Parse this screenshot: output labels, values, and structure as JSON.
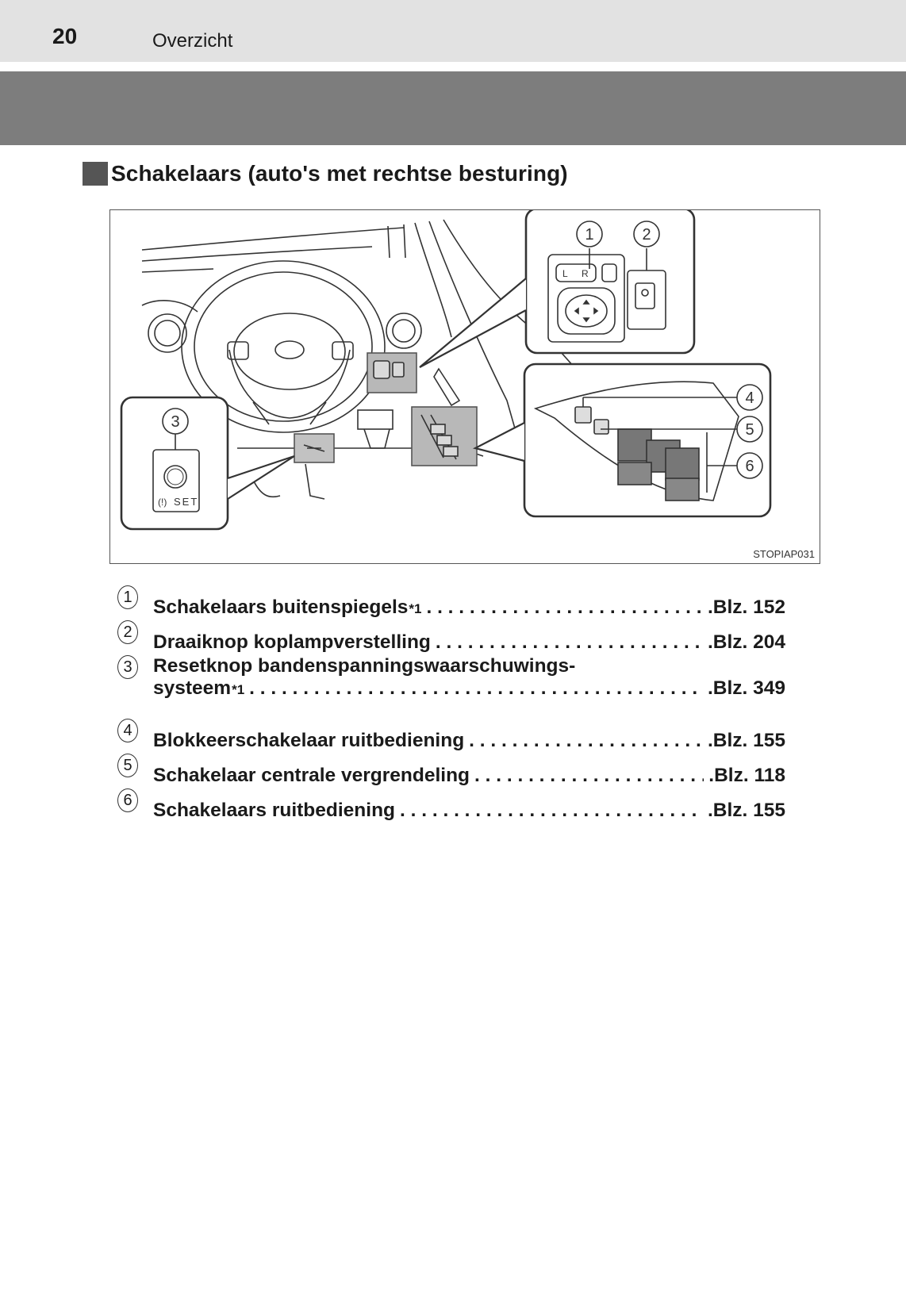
{
  "header": {
    "page_number": "20",
    "section": "Overzicht"
  },
  "heading": "Schakelaars (auto's met rechtse besturing)",
  "figure": {
    "code": "STOPIAP031",
    "callouts": [
      "1",
      "2",
      "3",
      "4",
      "5",
      "6"
    ],
    "labels": {
      "mirror_left": "L",
      "mirror_right": "R",
      "set_label": "SET"
    }
  },
  "items": [
    {
      "num": "1",
      "text": "Schakelaars buitenspiegels",
      "sup": "*1",
      "page": ".Blz. 152"
    },
    {
      "num": "2",
      "text": "Draaiknop koplampverstelling",
      "sup": "",
      "page": ".Blz. 204"
    },
    {
      "num": "3",
      "text": "Resetknop bandenspanningswaarschuwings-",
      "text2": "systeem",
      "sup": "*1",
      "page": ".Blz. 349"
    },
    {
      "num": "4",
      "text": "Blokkeerschakelaar ruitbediening",
      "sup": "",
      "page": ".Blz. 155"
    },
    {
      "num": "5",
      "text": "Schakelaar centrale vergrendeling",
      "sup": "",
      "page": ".Blz. 118"
    },
    {
      "num": "6",
      "text": "Schakelaars ruitbediening",
      "sup": "",
      "page": ".Blz. 155"
    }
  ]
}
